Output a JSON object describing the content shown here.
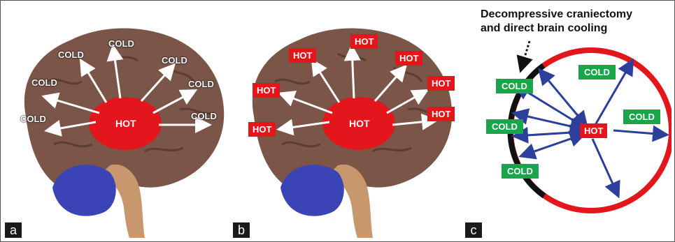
{
  "panels": {
    "a": {
      "letter": "a",
      "center_label": "HOT",
      "outer_labels": [
        "COLD",
        "COLD",
        "COLD",
        "COLD",
        "COLD",
        "COLD",
        "COLD"
      ]
    },
    "b": {
      "letter": "b",
      "center_label": "HOT",
      "outer_labels": [
        "HOT",
        "HOT",
        "HOT",
        "HOT",
        "HOT",
        "HOT",
        "HOT"
      ]
    },
    "c": {
      "letter": "c",
      "title_line1": "Decompressive craniectomy",
      "title_line2": "and direct brain cooling",
      "center_label": "HOT",
      "cold_labels": [
        "COLD",
        "COLD",
        "COLD",
        "COLD",
        "COLD"
      ]
    }
  },
  "colors": {
    "hot": "#e2161b",
    "cold": "#19a64a",
    "arrow_blue": "#2b3f9b",
    "brain": "#7a5548",
    "cerebellum": "#3a44b4"
  }
}
